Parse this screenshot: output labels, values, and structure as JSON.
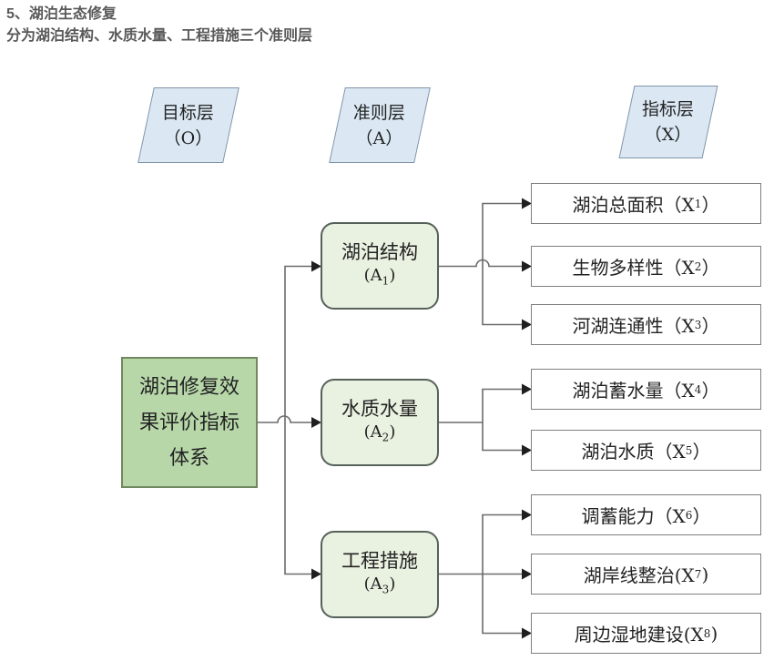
{
  "header": {
    "title": "5、湖泊生态修复",
    "subtitle": "分为湖泊结构、水质水量、工程措施三个准则层"
  },
  "layer_headers": {
    "goal": {
      "line1": "目标层",
      "line2": "（O）"
    },
    "criteria": {
      "line1": "准则层",
      "line2": "（A）"
    },
    "indicator": {
      "line1": "指标层",
      "line2": "（X）"
    }
  },
  "goal_box": {
    "line1": "湖泊修复效",
    "line2": "果评价指标",
    "line3": "体系"
  },
  "criteria": [
    {
      "label": "湖泊结构",
      "code_pre": "(A",
      "code_sub": "1",
      "code_post": ")"
    },
    {
      "label": "水质水量",
      "code_pre": "(A",
      "code_sub": "2",
      "code_post": ")"
    },
    {
      "label": "工程措施",
      "code_pre": "(A",
      "code_sub": "3",
      "code_post": ")"
    }
  ],
  "indicators": [
    {
      "pre": "湖泊总面积（X",
      "sub": "1",
      "post": "）"
    },
    {
      "pre": "生物多样性（X",
      "sub": "2",
      "post": "）"
    },
    {
      "pre": "河湖连通性（X",
      "sub": "3",
      "post": "）"
    },
    {
      "pre": "湖泊蓄水量（X",
      "sub": "4",
      "post": "）"
    },
    {
      "pre": "湖泊水质（X",
      "sub": "5",
      "post": "）"
    },
    {
      "pre": "调蓄能力（X",
      "sub": "6",
      "post": "）"
    },
    {
      "pre": "湖岸线整治(X",
      "sub": "7",
      "post": ")"
    },
    {
      "pre": "周边湿地建设(X",
      "sub": "8",
      "post": ")"
    }
  ],
  "colors": {
    "title_text": "#595959",
    "parallelogram_fill": "#dbe8f4",
    "parallelogram_border": "#8096a8",
    "goal_fill": "#b7d7a9",
    "goal_border": "#70875f",
    "criteria_fill": "#e9f2e1",
    "criteria_border": "#56615a",
    "indicator_fill": "#ffffff",
    "indicator_border": "#7f7f7f",
    "line": "#6b6b6b",
    "arrow": "#1f1f1f",
    "box_text": "#232323"
  }
}
